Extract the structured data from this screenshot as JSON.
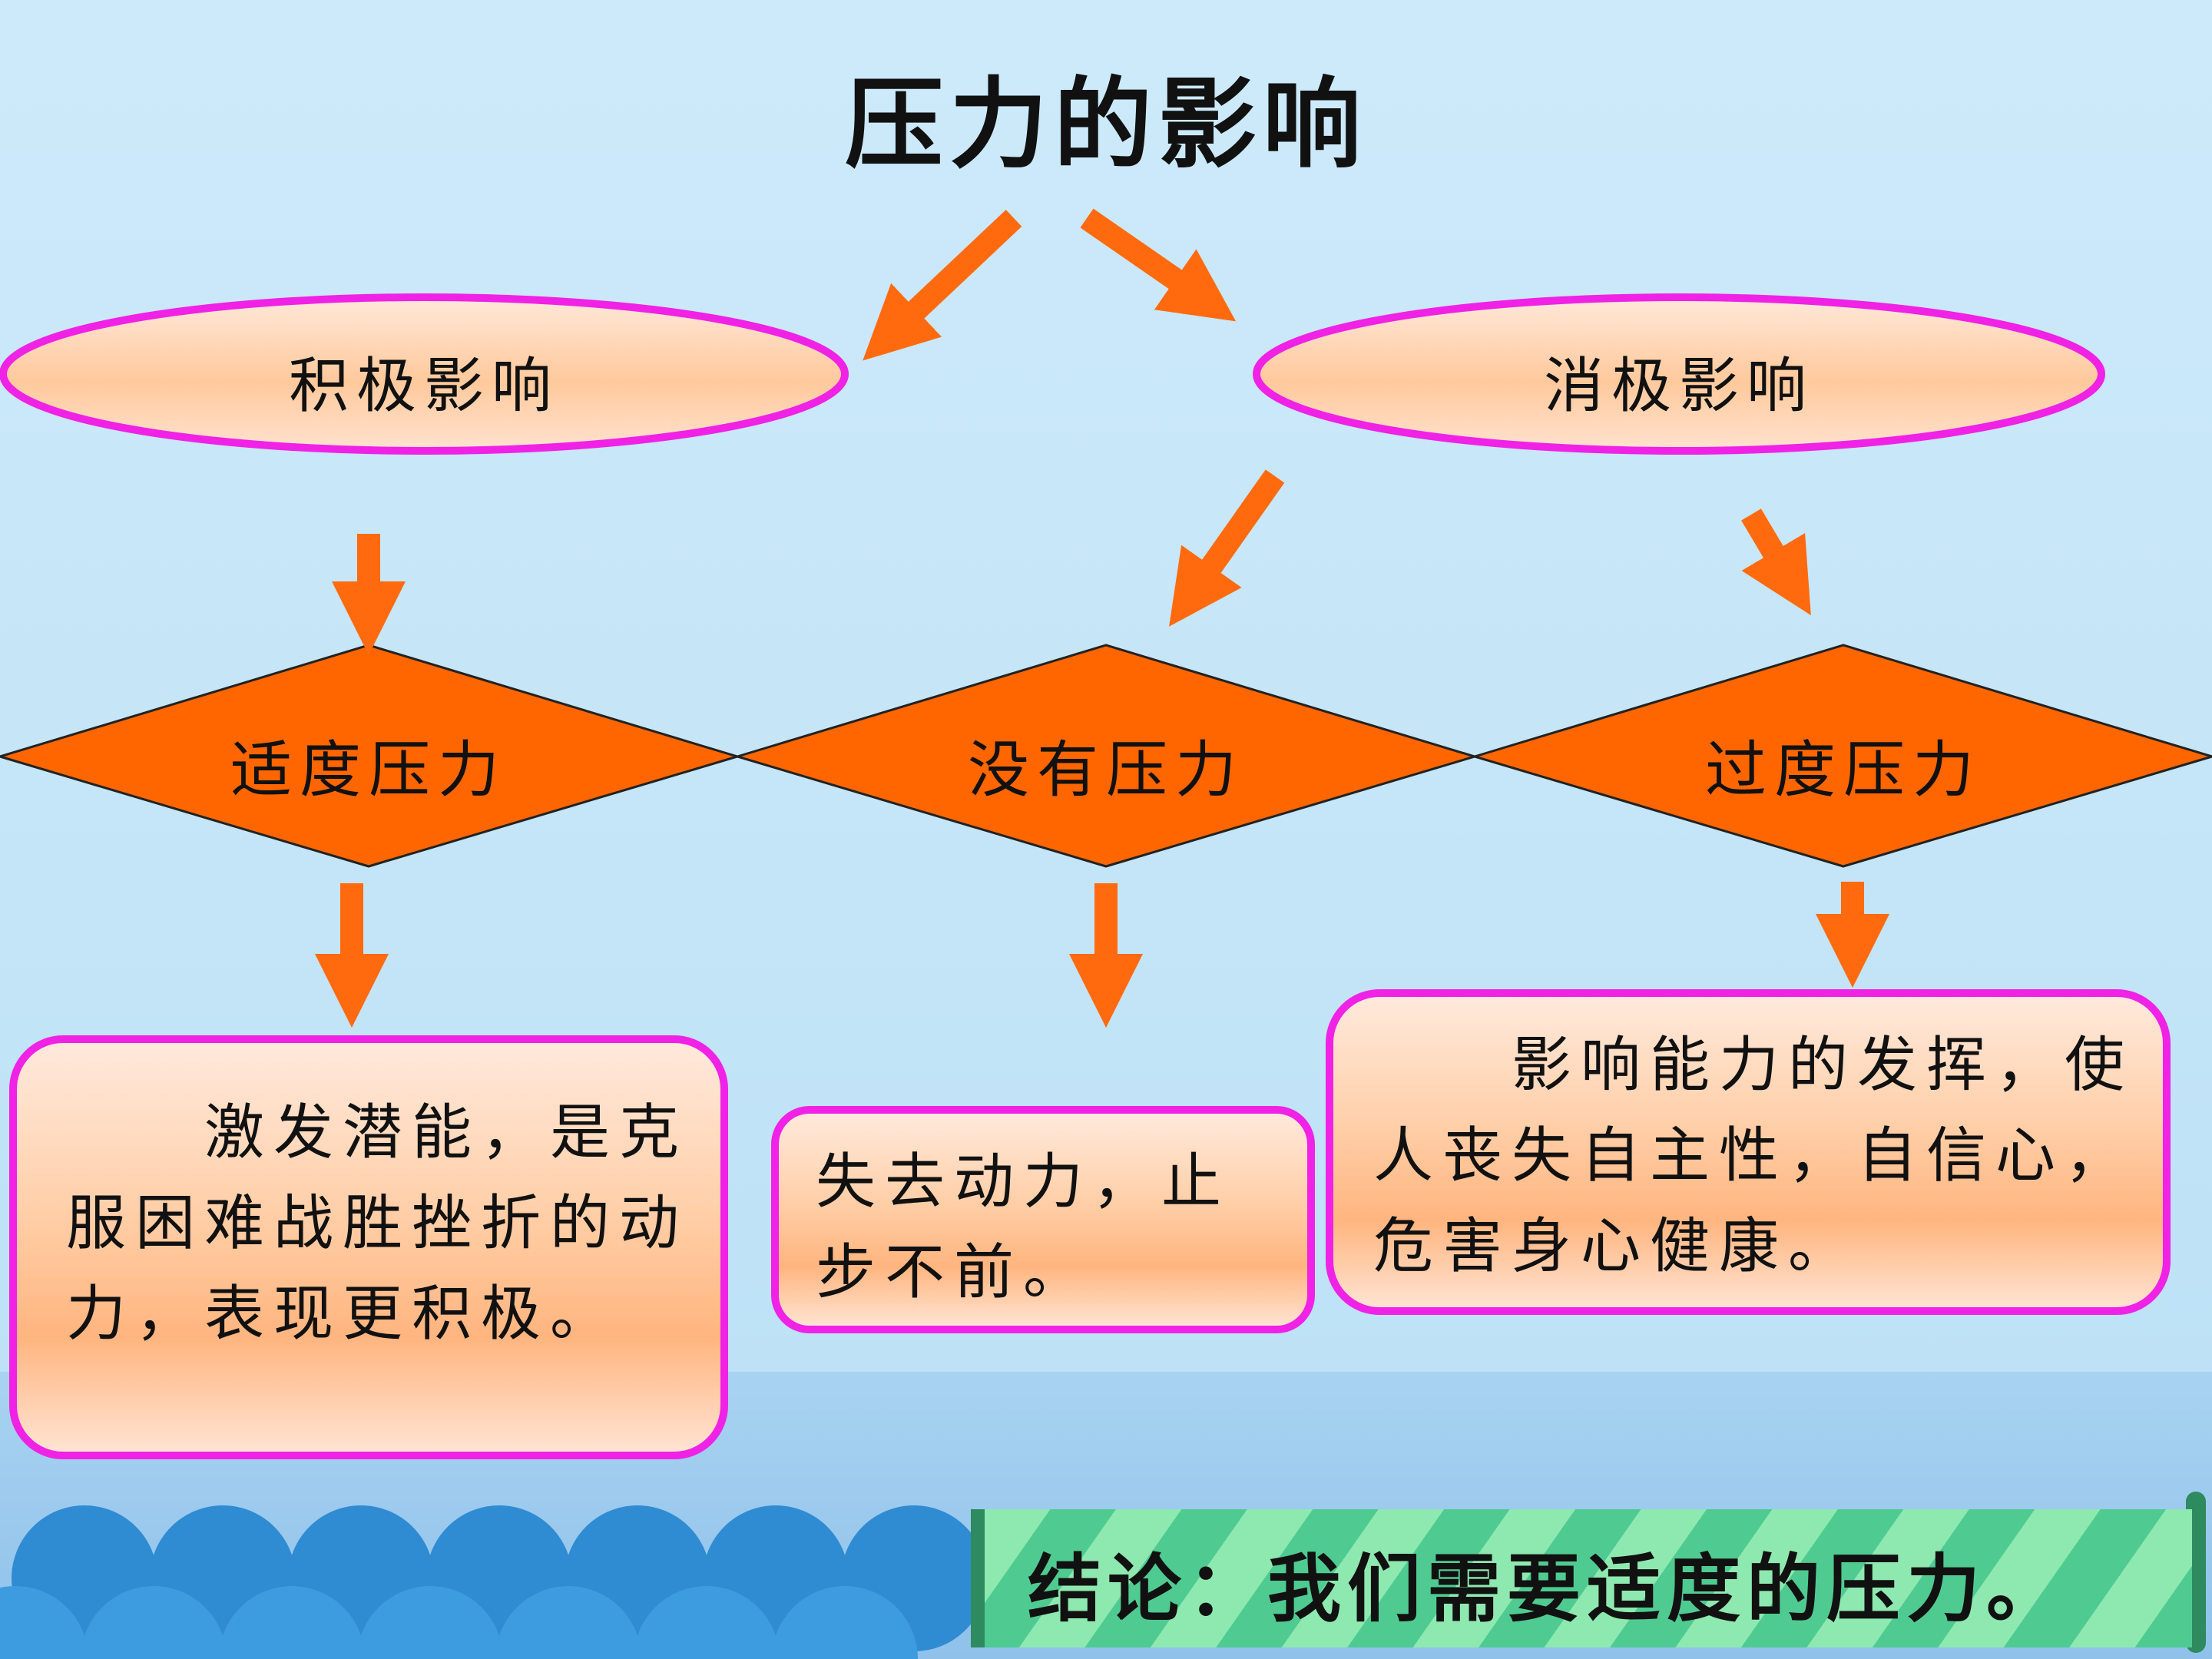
{
  "title": "压力的影响",
  "ovals": [
    {
      "label": "积极影响"
    },
    {
      "label": "消极影响"
    }
  ],
  "diamonds": [
    {
      "label": "适度压力"
    },
    {
      "label": "没有压力"
    },
    {
      "label": "过度压力"
    }
  ],
  "outcomes": [
    {
      "text": "　　激发潜能，是克服困难战胜挫折的动力，表现更积极。"
    },
    {
      "text": "失去动力，止步不前。"
    },
    {
      "text": "　　影响能力的发挥，使人丧失自主性，自信心，危害身心健康。"
    }
  ],
  "conclusion": "结论：我们需要适度的压力。",
  "colors": {
    "arrow": "#ff6a0f",
    "diamond": "#ff6600",
    "border": "#ef22e5",
    "oval_fill": "#ffd3ad"
  }
}
